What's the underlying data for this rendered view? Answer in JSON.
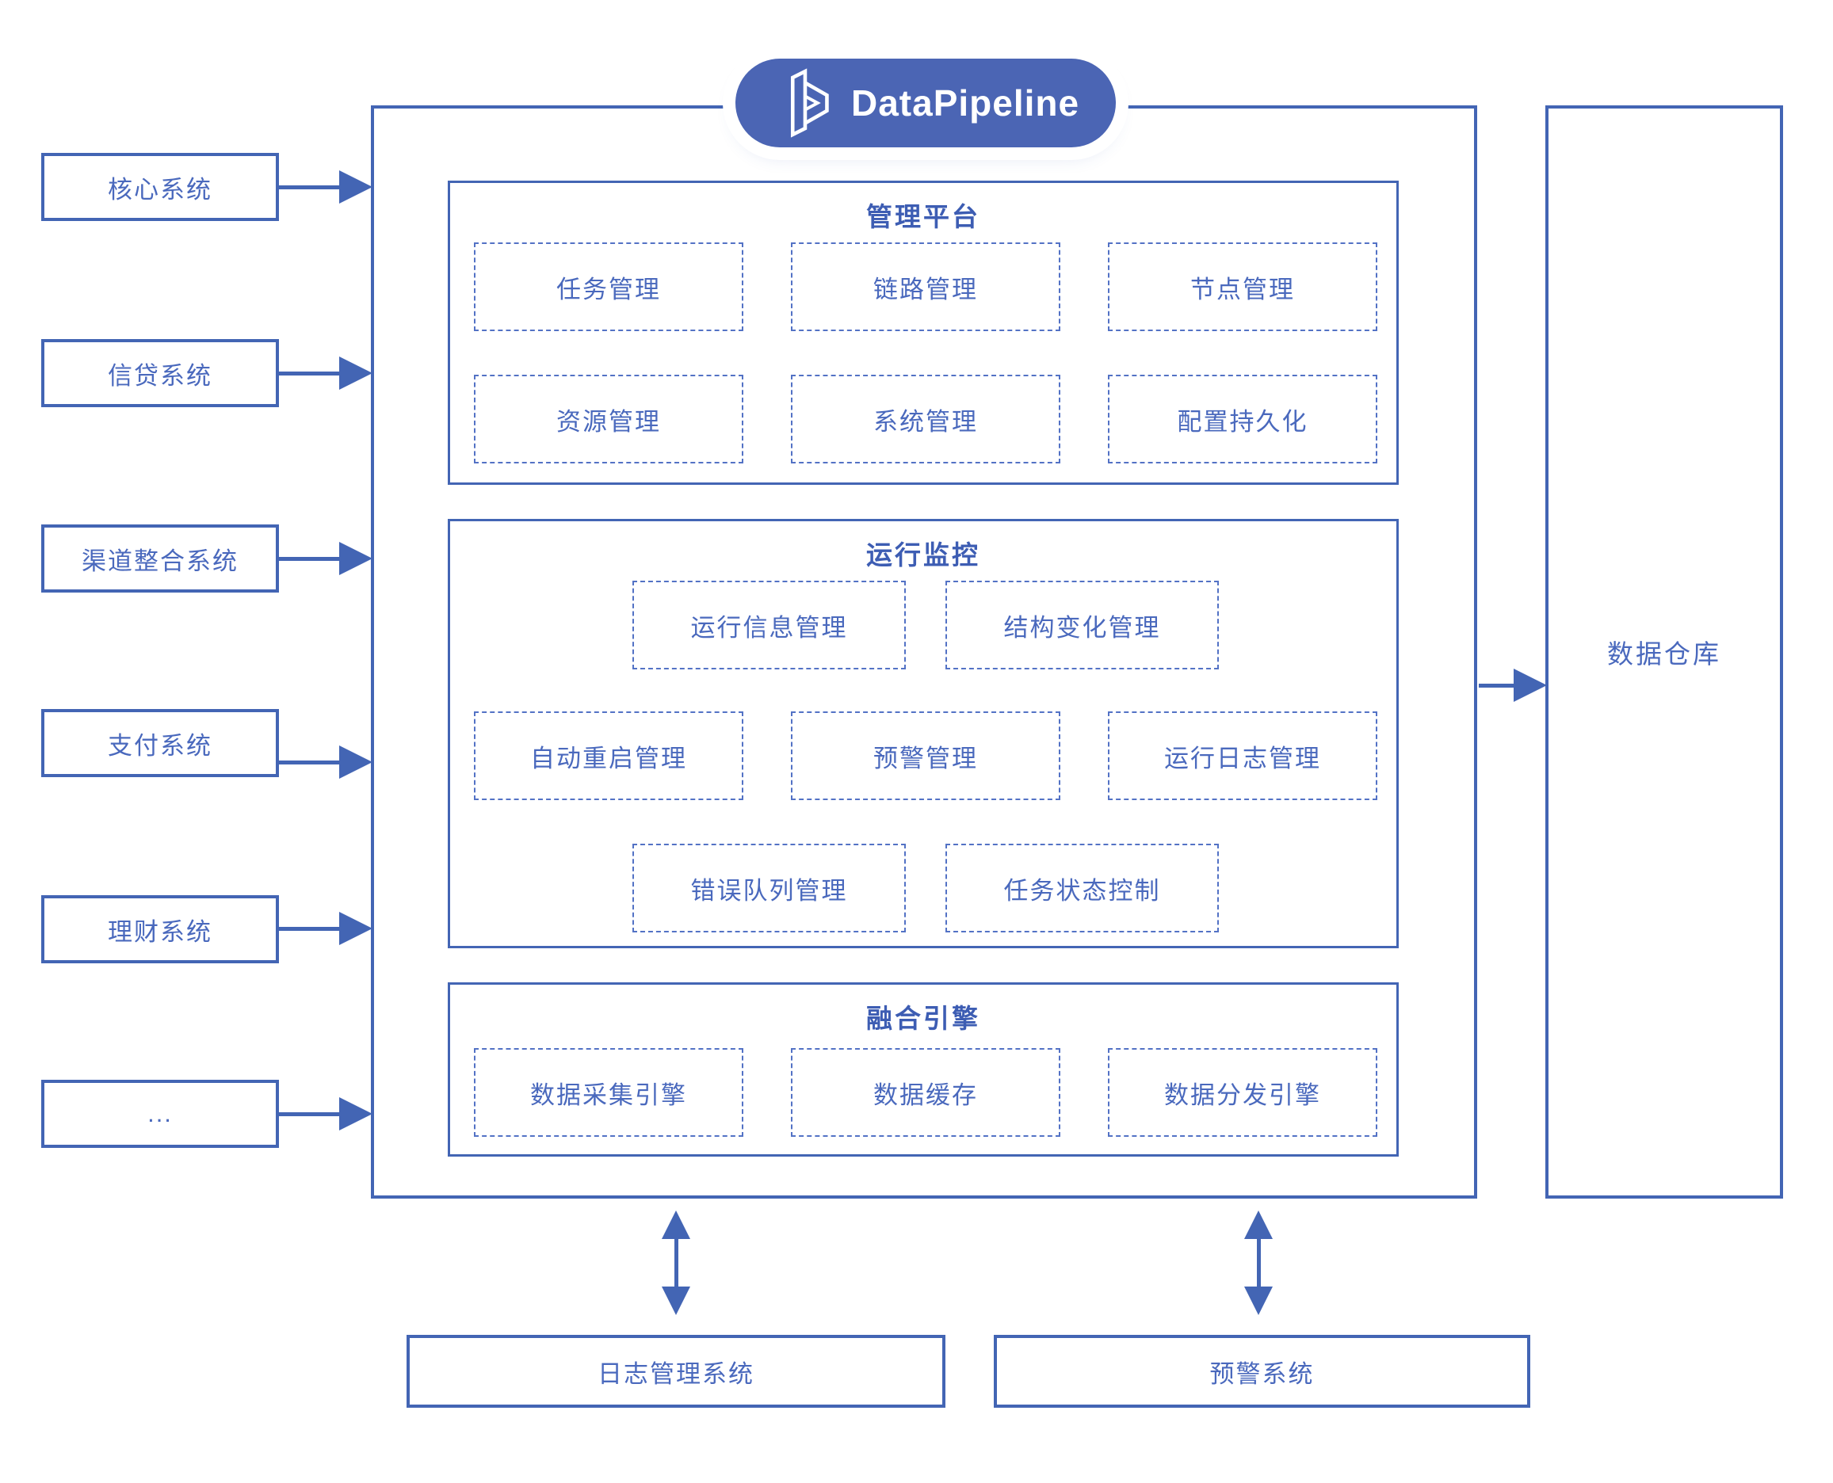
{
  "logo": {
    "label": "DataPipeline"
  },
  "source_systems": [
    "核心系统",
    "信贷系统",
    "渠道整合系统",
    "支付系统",
    "理财系统",
    "..."
  ],
  "sections": [
    {
      "title": "管理平台",
      "cells": [
        [
          "任务管理",
          "链路管理",
          "节点管理"
        ],
        [
          "资源管理",
          "系统管理",
          "配置持久化"
        ]
      ]
    },
    {
      "title": "运行监控",
      "cells": [
        [
          "运行信息管理",
          "结构变化管理"
        ],
        [
          "自动重启管理",
          "预警管理",
          "运行日志管理"
        ],
        [
          "错误队列管理",
          "任务状态控制"
        ]
      ]
    },
    {
      "title": "融合引擎",
      "cells": [
        [
          "数据采集引擎",
          "数据缓存",
          "数据分发引擎"
        ]
      ]
    }
  ],
  "warehouse": {
    "label": "数据仓库"
  },
  "bottom_systems": [
    "日志管理系统",
    "预警系统"
  ],
  "colors": {
    "line": "#4365B4",
    "label_text": "#4A69BD",
    "section_title": "#3D5DB3",
    "dashed_border": "#5372C5",
    "badge_bg": "#4B65B4",
    "badge_text": "#FFFFFF"
  }
}
